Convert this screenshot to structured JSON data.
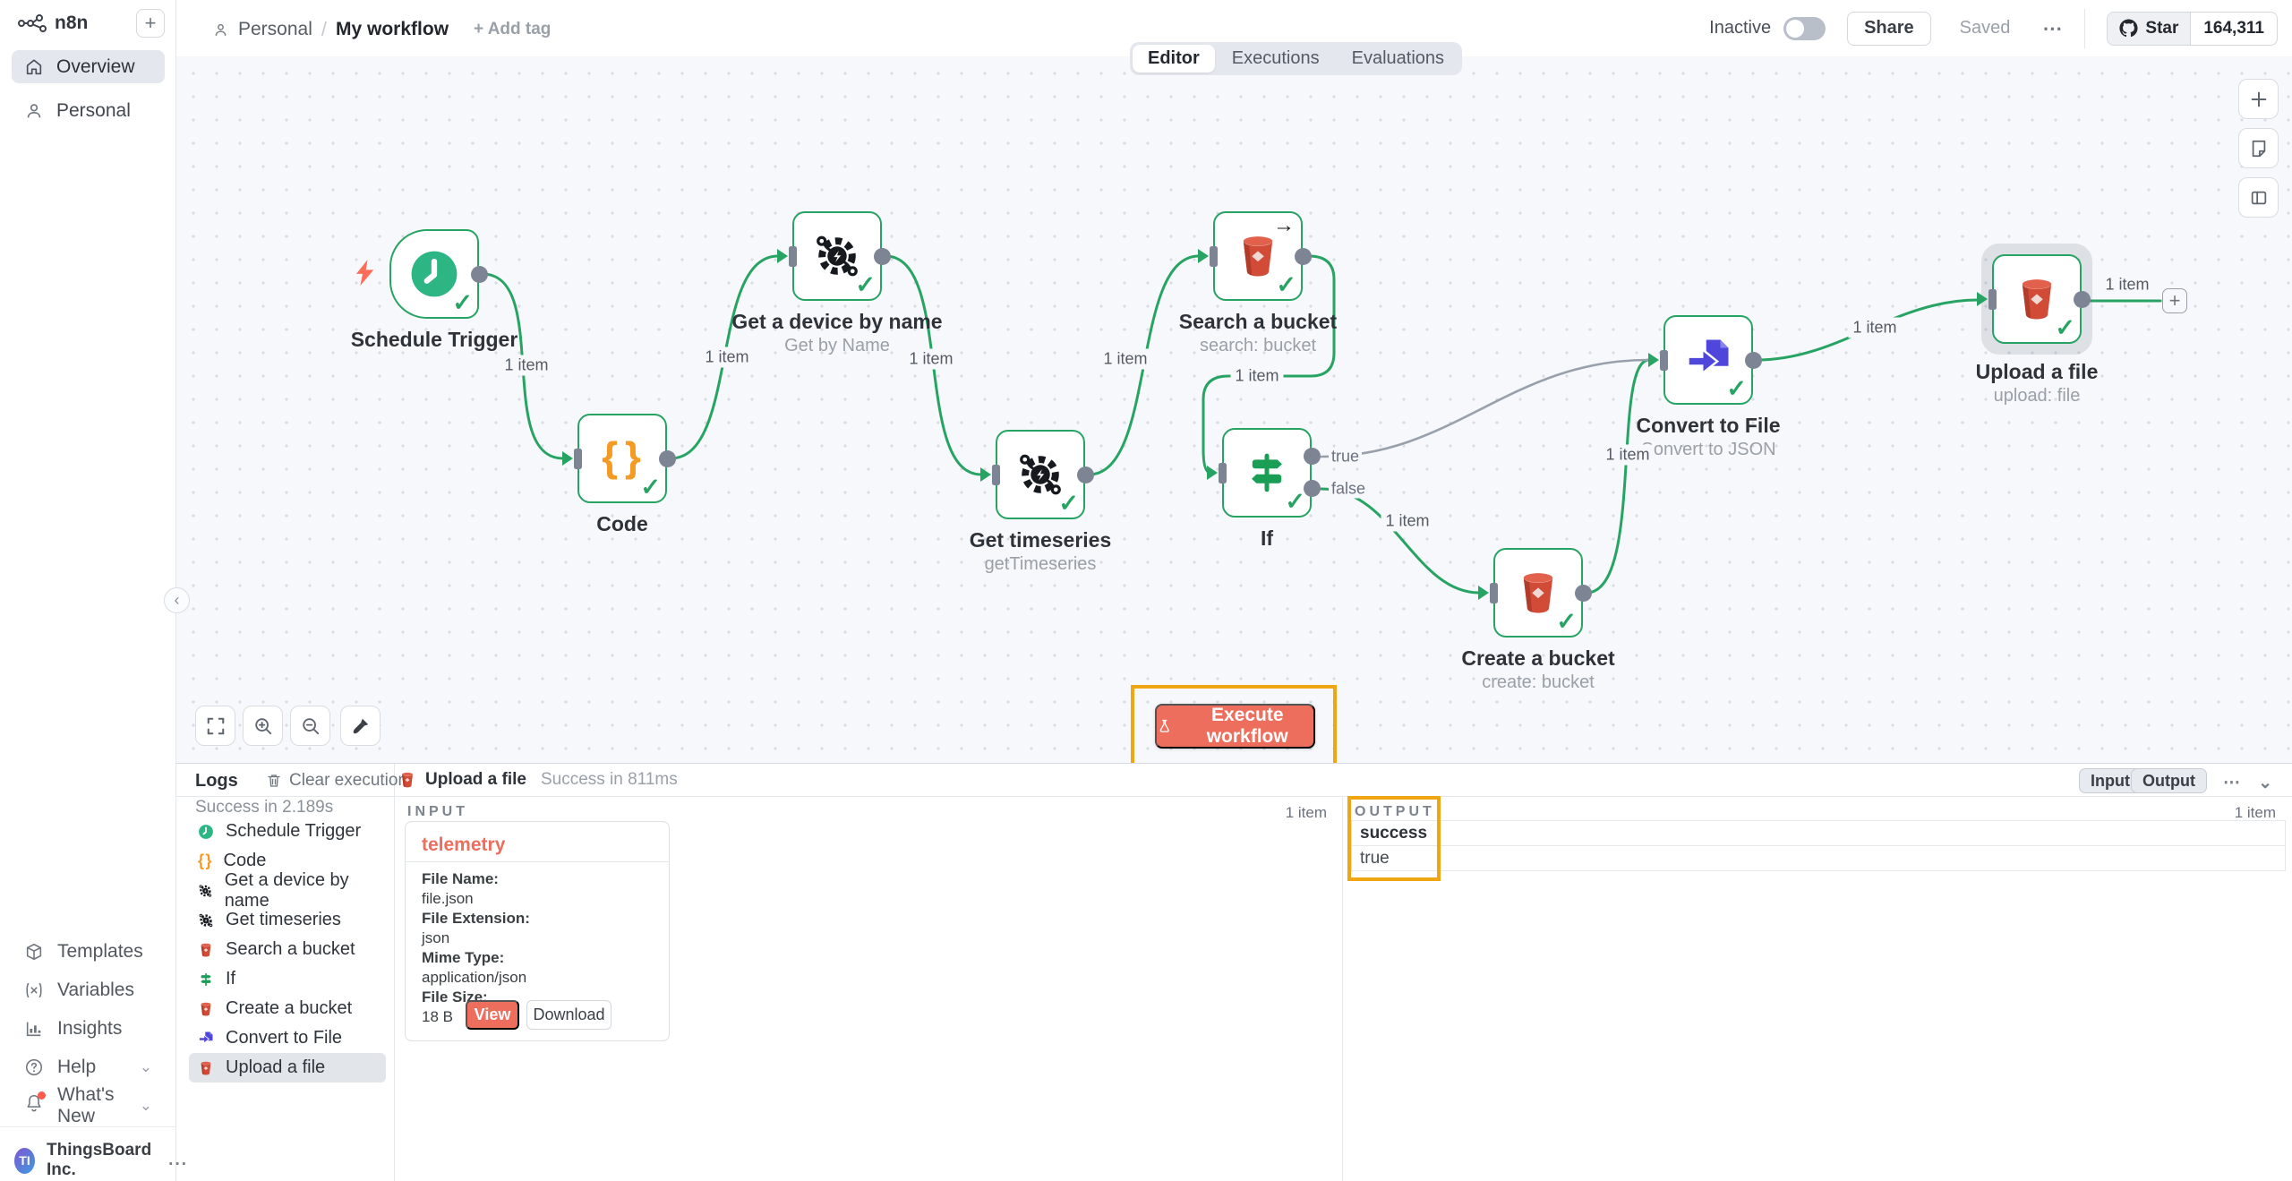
{
  "sidebar": {
    "brand": "n8n",
    "add_workflow": "+",
    "items": [
      {
        "label": "Overview"
      },
      {
        "label": "Personal"
      }
    ],
    "bottom": [
      {
        "label": "Templates"
      },
      {
        "label": "Variables"
      },
      {
        "label": "Insights"
      },
      {
        "label": "Help"
      },
      {
        "label": "What's New"
      }
    ],
    "account": {
      "initials": "TI",
      "name": "ThingsBoard Inc.",
      "more": "..."
    }
  },
  "header": {
    "breadcrumb": {
      "project": "Personal",
      "slash": "/",
      "workflow": "My workflow",
      "add_tag": "+ Add tag"
    },
    "tabs": [
      {
        "label": "Editor"
      },
      {
        "label": "Executions"
      },
      {
        "label": "Evaluations"
      }
    ],
    "inactive_label": "Inactive",
    "share_label": "Share",
    "saved_label": "Saved",
    "more": "⋯",
    "github": {
      "star_label": "Star",
      "count": "164,311"
    }
  },
  "canvas": {
    "execute_label": "Execute workflow",
    "one_item": "1 item",
    "true_label": "true",
    "false_label": "false",
    "plus": "+",
    "nodes": [
      {
        "name": "Schedule Trigger",
        "subtitle": ""
      },
      {
        "name": "Code",
        "subtitle": ""
      },
      {
        "name": "Get a device by name",
        "subtitle": "Get by Name"
      },
      {
        "name": "Get timeseries",
        "subtitle": "getTimeseries"
      },
      {
        "name": "Search a bucket",
        "subtitle": "search: bucket"
      },
      {
        "name": "If",
        "subtitle": ""
      },
      {
        "name": "Create a bucket",
        "subtitle": "create: bucket"
      },
      {
        "name": "Convert to File",
        "subtitle": "Convert to JSON"
      },
      {
        "name": "Upload a file",
        "subtitle": "upload: file"
      }
    ]
  },
  "logs": {
    "title": "Logs",
    "clear_label": "Clear execution",
    "summary": "Success in 2.189s",
    "selected": {
      "name": "Upload a file",
      "status": "Success in 811ms"
    },
    "entries": [
      "Schedule Trigger",
      "Code",
      "Get a device by name",
      "Get timeseries",
      "Search a bucket",
      "If",
      "Create a bucket",
      "Convert to File",
      "Upload a file"
    ],
    "panel_toggle": {
      "input": "Input",
      "output": "Output",
      "more": "⋯",
      "collapse": "⌄"
    },
    "input": {
      "label": "INPUT",
      "count": "1 item",
      "card": {
        "title": "telemetry",
        "fields": [
          {
            "label": "File Name:",
            "value": "file.json"
          },
          {
            "label": "File Extension:",
            "value": "json"
          },
          {
            "label": "Mime Type:",
            "value": "application/json"
          },
          {
            "label": "File Size:",
            "value": "18 B"
          }
        ],
        "view_label": "View",
        "download_label": "Download"
      }
    },
    "output": {
      "label": "OUTPUT",
      "count": "1 item",
      "key": "success",
      "value": "true"
    }
  },
  "colors": {
    "accent": "#ee6e5d",
    "success": "#27a463",
    "annotation": "#f0a513",
    "s3_red": "#d14b37",
    "convert_blue": "#4f46dc"
  }
}
